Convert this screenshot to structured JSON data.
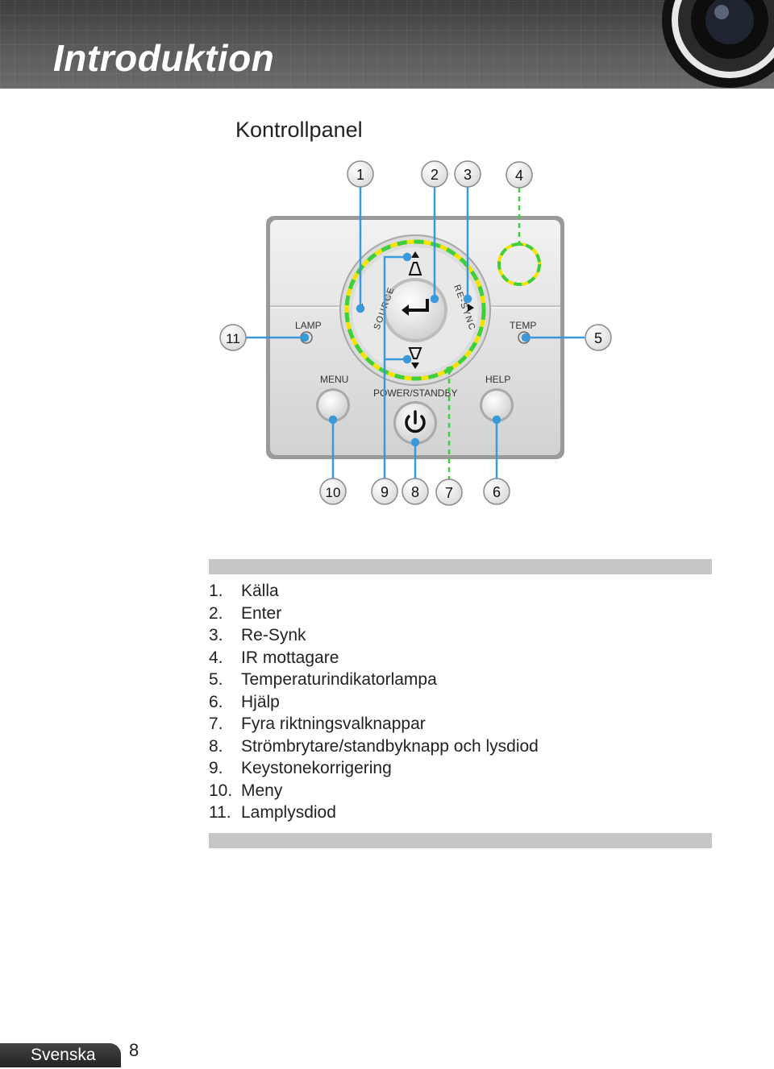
{
  "header": {
    "title": "Introduktion"
  },
  "section": {
    "title": "Kontrollpanel"
  },
  "panel": {
    "callouts": [
      "1",
      "2",
      "3",
      "4",
      "5",
      "6",
      "7",
      "8",
      "9",
      "10",
      "11"
    ],
    "labels": {
      "source": "SOURCE",
      "resync": "RE-SYNC",
      "lamp": "LAMP",
      "temp": "TEMP",
      "menu": "MENU",
      "help": "HELP",
      "power": "POWER/STANDBY"
    },
    "colors": {
      "callout_line": "#3a9ad9",
      "dashed_green": "#3ecf3e",
      "dashed_yellow": "#f2e400"
    }
  },
  "items": [
    {
      "num": "1.",
      "label": "Källa"
    },
    {
      "num": "2.",
      "label": "Enter"
    },
    {
      "num": "3.",
      "label": "Re-Synk"
    },
    {
      "num": "4.",
      "label": "IR mottagare"
    },
    {
      "num": "5.",
      "label": "Temperaturindikatorlampa"
    },
    {
      "num": "6.",
      "label": "Hjälp"
    },
    {
      "num": "7.",
      "label": "Fyra riktningsvalknappar"
    },
    {
      "num": "8.",
      "label": "Strömbrytare/standbyknapp och lysdiod"
    },
    {
      "num": "9.",
      "label": "Keystonekorrigering"
    },
    {
      "num": "10.",
      "label": "Meny"
    },
    {
      "num": "11.",
      "label": "Lamplysdiod"
    }
  ],
  "footer": {
    "language": "Svenska",
    "page_number": "8"
  }
}
